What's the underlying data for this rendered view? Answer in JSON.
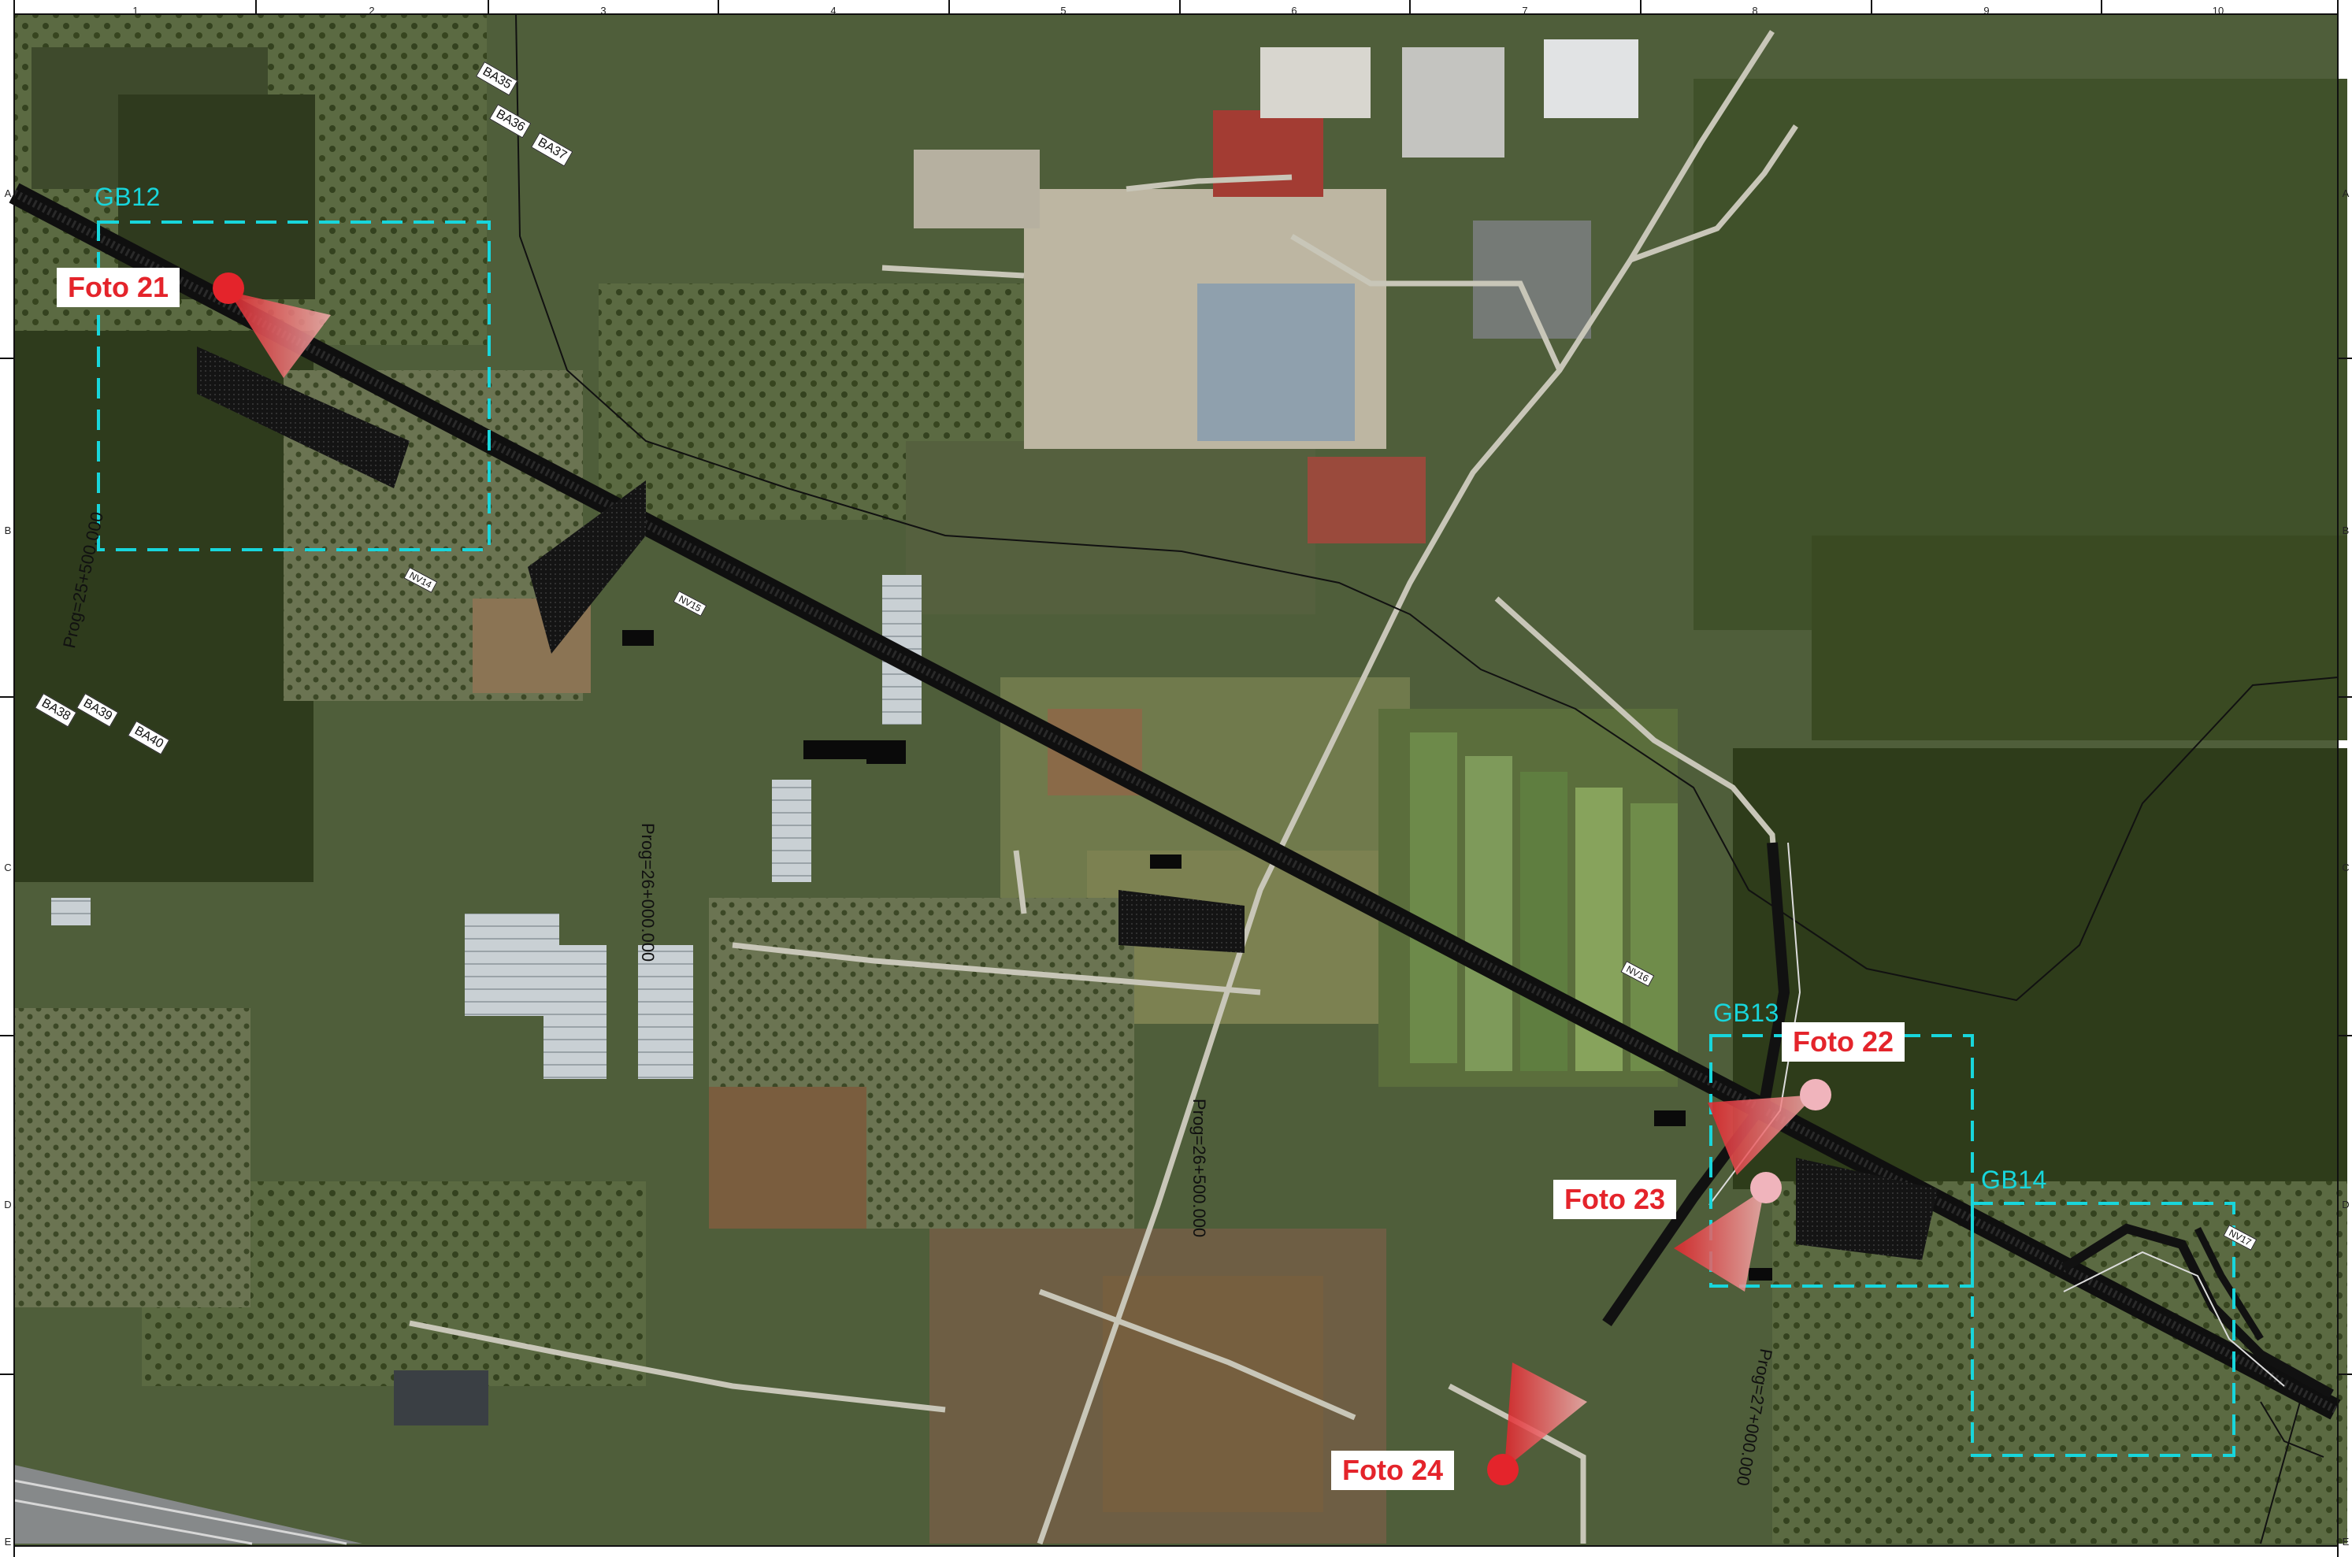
{
  "grid": {
    "columns": [
      "1",
      "2",
      "3",
      "4",
      "5",
      "6",
      "7",
      "8",
      "9",
      "10"
    ],
    "rows": [
      "A",
      "B",
      "C",
      "D",
      "E"
    ]
  },
  "zones": [
    {
      "id": "gb12",
      "label": "GB12"
    },
    {
      "id": "gb13",
      "label": "GB13"
    },
    {
      "id": "gb14",
      "label": "GB14"
    }
  ],
  "photos": [
    {
      "id": "foto-21",
      "label": "Foto 21"
    },
    {
      "id": "foto-22",
      "label": "Foto 22"
    },
    {
      "id": "foto-23",
      "label": "Foto 23"
    },
    {
      "id": "foto-24",
      "label": "Foto 24"
    }
  ],
  "chainage_labels": [
    {
      "id": "prog-25500",
      "text": "Prog=25+500.000"
    },
    {
      "id": "prog-26000",
      "text": "Prog=26+000.000"
    },
    {
      "id": "prog-26500",
      "text": "Prog=26+500.000"
    },
    {
      "id": "prog-27000",
      "text": "Prog=27+000.000"
    }
  ],
  "bridge_tags": [
    "BA35",
    "BA36",
    "BA37",
    "BA38",
    "BA39",
    "BA40"
  ],
  "small_tags": [
    "NV14",
    "NV15",
    "NV16",
    "NV17"
  ],
  "colors": {
    "zone_outline": "#18d6dc",
    "photo_marker": "#e4242b",
    "photo_label_text": "#e4242b",
    "road_alignment": "#111111",
    "imagery_base": "#4f5e3a"
  }
}
